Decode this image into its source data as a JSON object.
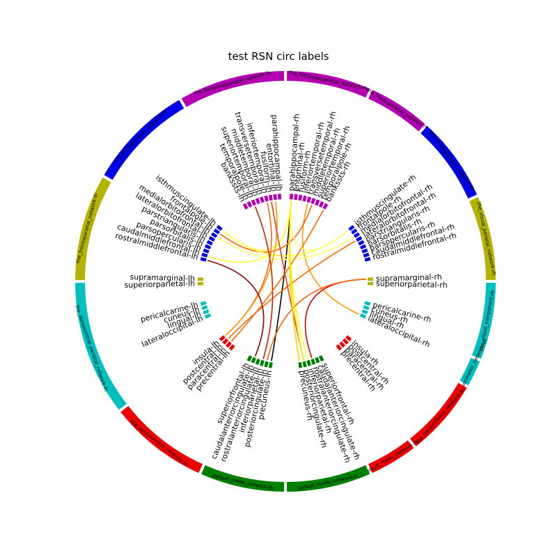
{
  "title": "test RSN circ labels",
  "chart_data": {
    "type": "circular-connectivity",
    "title": "test RSN circ labels",
    "network_colors": {
      "the_temporalparietal_network": "#b300b3",
      "the_frontoparietal_network": "#0000e6",
      "the_visual_component": "#b3b300",
      "the_dorsoventral_parietal_network": "#00bfbf",
      "the_sensorimotor_network": "#ee0000",
      "default_mode_network": "#008000"
    },
    "outer_ring": [
      {
        "label": "the_temporalparietal_network-rh",
        "color": "#b300b3",
        "a0": 0,
        "a1": 24
      },
      {
        "label": "the_frontoparietal_network-rh",
        "color": "#b300b3",
        "a0": 24,
        "a1": 42
      },
      {
        "label": "the_frontoparietal_network-rh",
        "color": "#0000e6",
        "a0": 42,
        "a1": 66
      },
      {
        "label": "the_visual_parietal_network-rh",
        "color": "#b3b300",
        "a0": 66,
        "a1": 90
      },
      {
        "label": "the_visual_component-rh",
        "color": "#00bfbf",
        "a0": 90,
        "a1": 112
      },
      {
        "label": "the_sensorimotor_network-rh",
        "color": "#00bfbf",
        "a0": 112,
        "a1": 120
      },
      {
        "label": "the_sensorimotor_network-rh",
        "color": "#ee0000",
        "a0": 120,
        "a1": 142
      },
      {
        "label": "default_mode_network-rh",
        "color": "#ee0000",
        "a0": 142,
        "a1": 156
      },
      {
        "label": "default_mode_network-rh",
        "color": "#008000",
        "a0": 156,
        "a1": 180
      },
      {
        "label": "default_mode_network-lh",
        "color": "#008000",
        "a0": 180,
        "a1": 204
      },
      {
        "label": "the_sensorimotor_network-lh",
        "color": "#ee0000",
        "a0": 204,
        "a1": 232
      },
      {
        "label": "the_dorsoventral_parietal_network-lh",
        "color": "#00bfbf",
        "a0": 232,
        "a1": 270
      },
      {
        "label": "the_frontoparietal_network-lh",
        "color": "#b3b300",
        "a0": 270,
        "a1": 300
      },
      {
        "label": "the_frontoparietal_network-lh",
        "color": "#0000e6",
        "a0": 300,
        "a1": 330
      },
      {
        "label": "the_temporalparietal_network-lh",
        "color": "#b300b3",
        "a0": 330,
        "a1": 360
      }
    ],
    "nodes": [
      {
        "label": "parahippocampal-rh",
        "angle": 4,
        "color": "#b300b3"
      },
      {
        "label": "entorhinal-rh",
        "angle": 7,
        "color": "#b300b3"
      },
      {
        "label": "fusiform-rh",
        "angle": 10,
        "color": "#b300b3"
      },
      {
        "label": "inferiortemporal-rh",
        "angle": 13,
        "color": "#b300b3"
      },
      {
        "label": "transversetemporal-rh",
        "angle": 16,
        "color": "#b300b3"
      },
      {
        "label": "middletemporal-rh",
        "angle": 19,
        "color": "#b300b3"
      },
      {
        "label": "superiortemporal-rh",
        "angle": 22,
        "color": "#b300b3"
      },
      {
        "label": "temporalpole-rh",
        "angle": 25,
        "color": "#b300b3"
      },
      {
        "label": "bankssts-rh",
        "angle": 28,
        "color": "#b300b3"
      },
      {
        "label": "isthmuscingulate-rh",
        "angle": 51,
        "color": "#0000e6"
      },
      {
        "label": "frontalpole-rh",
        "angle": 54,
        "color": "#0000e6"
      },
      {
        "label": "medialorbitofrontal-rh",
        "angle": 57,
        "color": "#0000e6"
      },
      {
        "label": "lateralorbitofrontal-rh",
        "angle": 60,
        "color": "#0000e6"
      },
      {
        "label": "parstriangularis-rh",
        "angle": 63,
        "color": "#0000e6"
      },
      {
        "label": "parsorbitalis-rh",
        "angle": 66,
        "color": "#0000e6"
      },
      {
        "label": "parsopercularis-rh",
        "angle": 69,
        "color": "#0000e6"
      },
      {
        "label": "caudalmiddlefrontal-rh",
        "angle": 72,
        "color": "#0000e6"
      },
      {
        "label": "rostralmiddlefrontal-rh",
        "angle": 75,
        "color": "#0000e6"
      },
      {
        "label": "supramarginal-rh",
        "angle": 88.5,
        "color": "#b3b300"
      },
      {
        "label": "superiorparietal-rh",
        "angle": 91.5,
        "color": "#b3b300"
      },
      {
        "label": "pericalcarine-rh",
        "angle": 105,
        "color": "#00bfbf"
      },
      {
        "label": "cuneus-rh",
        "angle": 108,
        "color": "#00bfbf"
      },
      {
        "label": "lingual-rh",
        "angle": 111,
        "color": "#00bfbf"
      },
      {
        "label": "lateraloccipital-rh",
        "angle": 114,
        "color": "#00bfbf"
      },
      {
        "label": "insula-rh",
        "angle": 132,
        "color": "#ee0000"
      },
      {
        "label": "postcentral-rh",
        "angle": 135,
        "color": "#ee0000"
      },
      {
        "label": "paracentral-rh",
        "angle": 138,
        "color": "#ee0000"
      },
      {
        "label": "precentral-rh",
        "angle": 141,
        "color": "#ee0000"
      },
      {
        "label": "superiorfrontal-rh",
        "angle": 155,
        "color": "#008000"
      },
      {
        "label": "caudalanteriorcingulate-rh",
        "angle": 158,
        "color": "#008000"
      },
      {
        "label": "rostralanteriorcingulate-rh",
        "angle": 161,
        "color": "#008000"
      },
      {
        "label": "inferiorparietal-rh",
        "angle": 164,
        "color": "#008000"
      },
      {
        "label": "posteriorcingulate-rh",
        "angle": 167,
        "color": "#008000"
      },
      {
        "label": "precuneus-rh",
        "angle": 170,
        "color": "#008000"
      },
      {
        "label": "precuneus-lh",
        "angle": 190,
        "color": "#008000"
      },
      {
        "label": "posteriorcingulate-lh",
        "angle": 193,
        "color": "#008000"
      },
      {
        "label": "inferiorparietal-lh",
        "angle": 196,
        "color": "#008000"
      },
      {
        "label": "rostralanteriorcingulate-lh",
        "angle": 199,
        "color": "#008000"
      },
      {
        "label": "caudalanteriorcingulate-lh",
        "angle": 202,
        "color": "#008000"
      },
      {
        "label": "superiorfrontal-lh",
        "angle": 205,
        "color": "#008000"
      },
      {
        "label": "precentral-lh",
        "angle": 219,
        "color": "#ee0000"
      },
      {
        "label": "paracentral-lh",
        "angle": 222,
        "color": "#ee0000"
      },
      {
        "label": "postcentral-lh",
        "angle": 225,
        "color": "#ee0000"
      },
      {
        "label": "insula-lh",
        "angle": 228,
        "color": "#ee0000"
      },
      {
        "label": "lateraloccipital-lh",
        "angle": 246,
        "color": "#00bfbf"
      },
      {
        "label": "lingual-lh",
        "angle": 249,
        "color": "#00bfbf"
      },
      {
        "label": "cuneus-lh",
        "angle": 252,
        "color": "#00bfbf"
      },
      {
        "label": "pericalcarine-lh",
        "angle": 255,
        "color": "#00bfbf"
      },
      {
        "label": "superiorparietal-lh",
        "angle": 268.5,
        "color": "#b3b300"
      },
      {
        "label": "supramarginal-lh",
        "angle": 271.5,
        "color": "#b3b300"
      },
      {
        "label": "rostralmiddlefrontal-lh",
        "angle": 285,
        "color": "#0000e6"
      },
      {
        "label": "caudalmiddlefrontal-lh",
        "angle": 288,
        "color": "#0000e6"
      },
      {
        "label": "parsopercularis-lh",
        "angle": 291,
        "color": "#0000e6"
      },
      {
        "label": "parsorbitalis-lh",
        "angle": 294,
        "color": "#0000e6"
      },
      {
        "label": "parstriangularis-lh",
        "angle": 297,
        "color": "#0000e6"
      },
      {
        "label": "lateralorbitofrontal-lh",
        "angle": 300,
        "color": "#0000e6"
      },
      {
        "label": "medialorbitofrontal-lh",
        "angle": 303,
        "color": "#0000e6"
      },
      {
        "label": "frontalpole-lh",
        "angle": 306,
        "color": "#0000e6"
      },
      {
        "label": "isthmuscingulate-lh",
        "angle": 309,
        "color": "#0000e6"
      },
      {
        "label": "bankssts-lh",
        "angle": 332,
        "color": "#b300b3"
      },
      {
        "label": "temporalpole-lh",
        "angle": 335,
        "color": "#b300b3"
      },
      {
        "label": "superiortemporal-lh",
        "angle": 338,
        "color": "#b300b3"
      },
      {
        "label": "middletemporal-lh",
        "angle": 341,
        "color": "#b300b3"
      },
      {
        "label": "transversetemporal-lh",
        "angle": 344,
        "color": "#b300b3"
      },
      {
        "label": "inferiortemporal-lh",
        "angle": 347,
        "color": "#b300b3"
      },
      {
        "label": "fusiform-lh",
        "angle": 350,
        "color": "#b300b3"
      },
      {
        "label": "entorhinal-lh",
        "angle": 353,
        "color": "#b300b3"
      },
      {
        "label": "parahippocampal-lh",
        "angle": 356,
        "color": "#b300b3"
      }
    ],
    "edges": [
      {
        "from": "parahippocampal-rh",
        "to": "precuneus-lh",
        "color": "#000000"
      },
      {
        "from": "parahippocampal-rh",
        "to": "isthmuscingulate-lh",
        "color": "#ffff33"
      },
      {
        "from": "parahippocampal-rh",
        "to": "inferiorparietal-rh",
        "color": "#ffff33"
      },
      {
        "from": "parahippocampal-rh",
        "to": "caudalmiddlefrontal-lh",
        "color": "#ffff33"
      },
      {
        "from": "transversetemporal-rh",
        "to": "lateraloccipital-rh",
        "color": "#ff9900"
      },
      {
        "from": "middletemporal-rh",
        "to": "frontalpole-lh",
        "color": "#ff6600"
      },
      {
        "from": "isthmuscingulate-rh",
        "to": "isthmuscingulate-lh",
        "color": "#ffff33"
      },
      {
        "from": "medialorbitofrontal-rh",
        "to": "medialorbitofrontal-lh",
        "color": "#ffff66"
      },
      {
        "from": "supramarginal-rh",
        "to": "rostralanteriorcingulate-rh",
        "color": "#cc0000"
      },
      {
        "from": "lateralorbitofrontal-rh",
        "to": "postcentral-lh",
        "color": "#ff6600"
      },
      {
        "from": "insula-lh",
        "to": "inferiortemporal-lh",
        "color": "#ff6600"
      },
      {
        "from": "insula-lh",
        "to": "entorhinal-lh",
        "color": "#ff9900"
      },
      {
        "from": "fusiform-lh",
        "to": "posteriorcingulate-rh",
        "color": "#ff3300"
      },
      {
        "from": "rostralmiddlefrontal-lh",
        "to": "caudalanteriorcingulate-lh",
        "color": "#8b0000"
      },
      {
        "from": "superiortemporal-lh",
        "to": "inferiorparietal-lh",
        "color": "#cc2200"
      },
      {
        "from": "supramarginal-rh",
        "to": "posteriorcingulate-lh",
        "color": "#ff6600"
      },
      {
        "from": "bankssts-rh",
        "to": "paracentral-lh",
        "color": "#ff6600"
      },
      {
        "from": "parahippocampal-rh",
        "to": "precuneus-rh",
        "color": "#ffcc00"
      },
      {
        "from": "parahippocampal-rh",
        "to": "isthmuscingulate-rh",
        "color": "#ffff66"
      },
      {
        "from": "parahippocampal-rh",
        "to": "posteriorcingulate-rh",
        "color": "#ffee00"
      }
    ]
  }
}
